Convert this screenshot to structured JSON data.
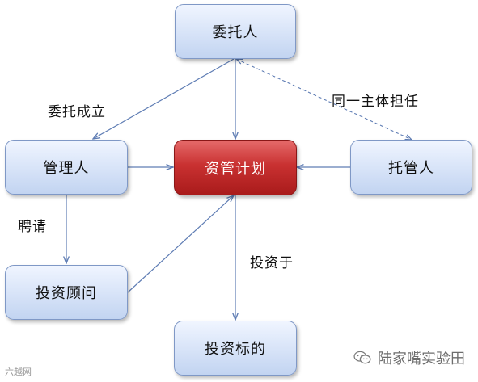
{
  "nodes": {
    "trustor": "委托人",
    "manager": "管理人",
    "plan": "资管计划",
    "custodian": "托管人",
    "advisor": "投资顾问",
    "target": "投资标的"
  },
  "edge_labels": {
    "entrust": "委托成立",
    "same_entity": "同一主体担任",
    "hire": "聘请",
    "invest_in": "投资于"
  },
  "watermark": {
    "right_text": "陆家嘴实验田",
    "left_text": "六越网"
  },
  "colors": {
    "arrow": "#5f7db4",
    "node_border": "#7f98c6",
    "center_fill": "#c93131"
  },
  "icons": {
    "watermark_icon": "wechat-icon"
  }
}
